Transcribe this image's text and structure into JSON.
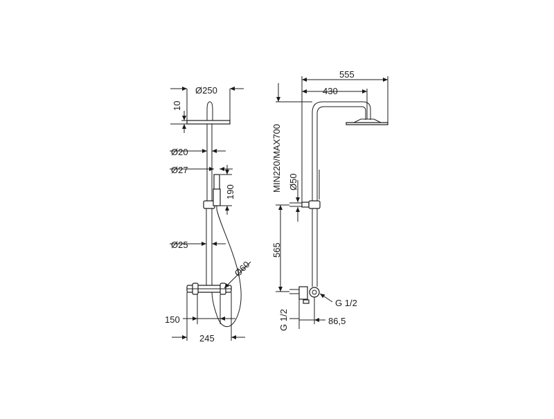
{
  "drawing": {
    "front_view": {
      "head_diameter": "Ø250",
      "head_thickness": "10",
      "pipe_diameter": "Ø20",
      "hand_shower_diameter": "Ø27",
      "hand_shower_length": "190",
      "bar_diameter": "Ø25",
      "hose_loop_diameter": "Ø60",
      "spacing_150": "150",
      "width_245": "245"
    },
    "side_view": {
      "projection_555": "555",
      "projection_430": "430",
      "height_range": "MIN220/MAX700",
      "holder_diameter": "Ø50",
      "mount_height": "565",
      "inlet_left": "G 1/2",
      "inlet_right": "G 1/2",
      "depth_86_5": "86,5"
    }
  },
  "colors": {
    "line": "#1a1a1a",
    "background": "#ffffff"
  }
}
